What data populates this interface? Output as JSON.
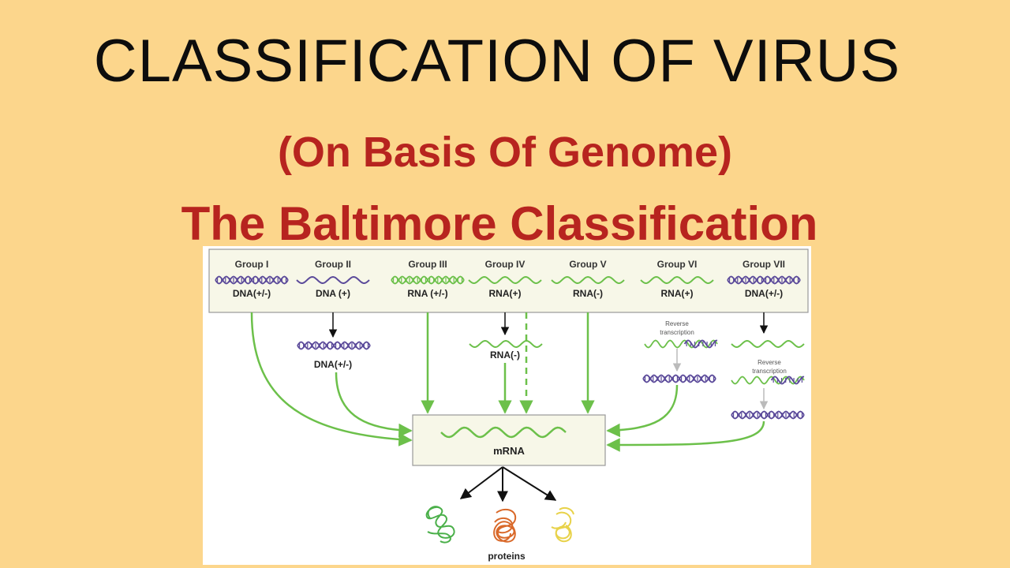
{
  "title": "CLASSIFICATION OF VIRUS",
  "subtitle": "(On Basis Of Genome)",
  "subtitle2": "The Baltimore Classification",
  "colors": {
    "background": "#fcd68c",
    "title": "#0d0d0d",
    "subtitle": "#b7241f",
    "green_arrow": "#6cc04a",
    "dna_strand": "#5b4a9a",
    "rna_strand": "#6cc04a",
    "box_fill": "#f7f7e8"
  },
  "diagram": {
    "groups": [
      {
        "name": "Group I",
        "genome": "DNA(+/-)",
        "strand": "ds-dna"
      },
      {
        "name": "Group II",
        "genome": "DNA (+)",
        "strand": "ss-dna"
      },
      {
        "name": "Group III",
        "genome": "RNA (+/-)",
        "strand": "ds-rna"
      },
      {
        "name": "Group IV",
        "genome": "RNA(+)",
        "strand": "ss-rna"
      },
      {
        "name": "Group V",
        "genome": "RNA(-)",
        "strand": "ss-rna"
      },
      {
        "name": "Group VI",
        "genome": "RNA(+)",
        "strand": "ss-rna"
      },
      {
        "name": "Group VII",
        "genome": "DNA(+/-)",
        "strand": "ds-dna"
      }
    ],
    "intermediates": {
      "group2_label": "DNA(+/-)",
      "group4_label": "RNA(-)",
      "group6_label_line1": "Reverse",
      "group6_label_line2": "transcription",
      "group7_label_line1": "Reverse",
      "group7_label_line2": "transcription"
    },
    "mrna_label": "mRNA",
    "proteins_label": "proteins"
  }
}
